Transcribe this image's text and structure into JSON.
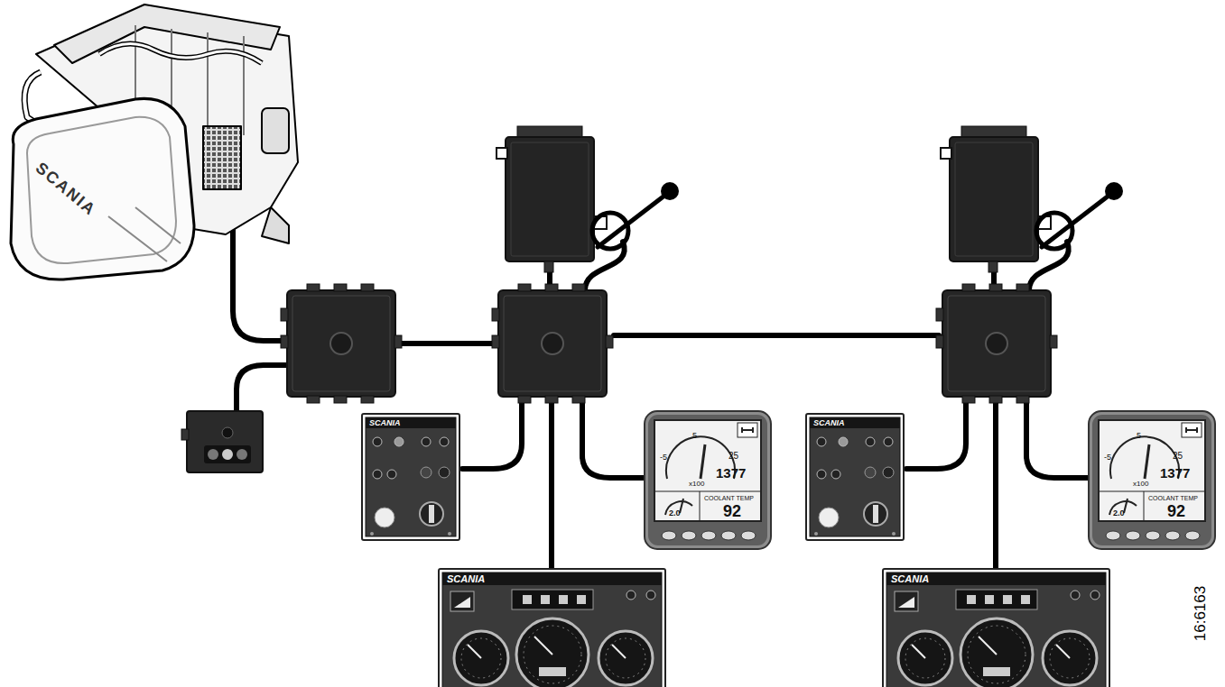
{
  "diagram": {
    "nodes": [
      {
        "text": [
          "SCANIA"
        ]
      },
      {
        "text": [
          "SCANIA"
        ]
      },
      {
        "text": [
          "-5",
          "5",
          "25",
          "x100",
          "1377",
          "2.0",
          "COOLANT TEMP",
          "92"
        ]
      },
      {
        "text": [
          "SCANIA"
        ]
      },
      {
        "text": [
          "SCANIA"
        ]
      },
      {
        "text": [
          "-5",
          "5",
          "25",
          "x100",
          "1377",
          "2.0",
          "COOLANT TEMP",
          "92"
        ]
      },
      {
        "text": [
          "SCANIA"
        ]
      }
    ],
    "labels": [
      "16:6163"
    ]
  }
}
